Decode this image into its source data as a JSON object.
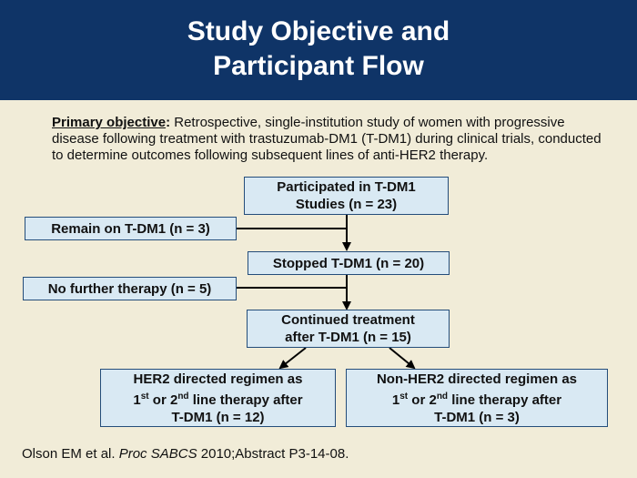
{
  "header": {
    "title_line1": "Study Objective and",
    "title_line2": "Participant Flow"
  },
  "objective": {
    "label": "Primary objective",
    "colon": ":",
    "text": " Retrospective, single-institution study of women with progressive disease following treatment with trastuzumab-DM1 (T-DM1) during clinical trials, conducted to determine outcomes following subsequent lines of anti-HER2 therapy."
  },
  "flow": {
    "participated": {
      "line1": "Participated in T-DM1",
      "line2": "Studies (n = 23)"
    },
    "remain": "Remain on T-DM1 (n = 3)",
    "stopped": "Stopped T-DM1 (n = 20)",
    "no_further": "No further therapy (n = 5)",
    "continued": {
      "line1": "Continued treatment",
      "line2": "after T-DM1 (n = 15)"
    },
    "her2": {
      "line1": "HER2 directed regimen as",
      "first": "1",
      "st": "st",
      "or": " or 2",
      "nd": "nd",
      "rest": " line therapy after",
      "line3": "T-DM1 (n = 12)"
    },
    "nonher2": {
      "line1": "Non-HER2 directed regimen as",
      "first": "1",
      "st": "st",
      "or": " or 2",
      "nd": "nd",
      "rest": " line therapy after",
      "line3": "T-DM1 (n = 3)"
    }
  },
  "citation": {
    "author": "Olson EM et al. ",
    "journal": "Proc SABCS",
    "rest": " 2010;Abstract P3-14-08."
  },
  "colors": {
    "header_bg": "#0f3467",
    "page_bg": "#f1ecd8",
    "box_fill": "#d9e9f3",
    "box_border": "#244d7a"
  }
}
